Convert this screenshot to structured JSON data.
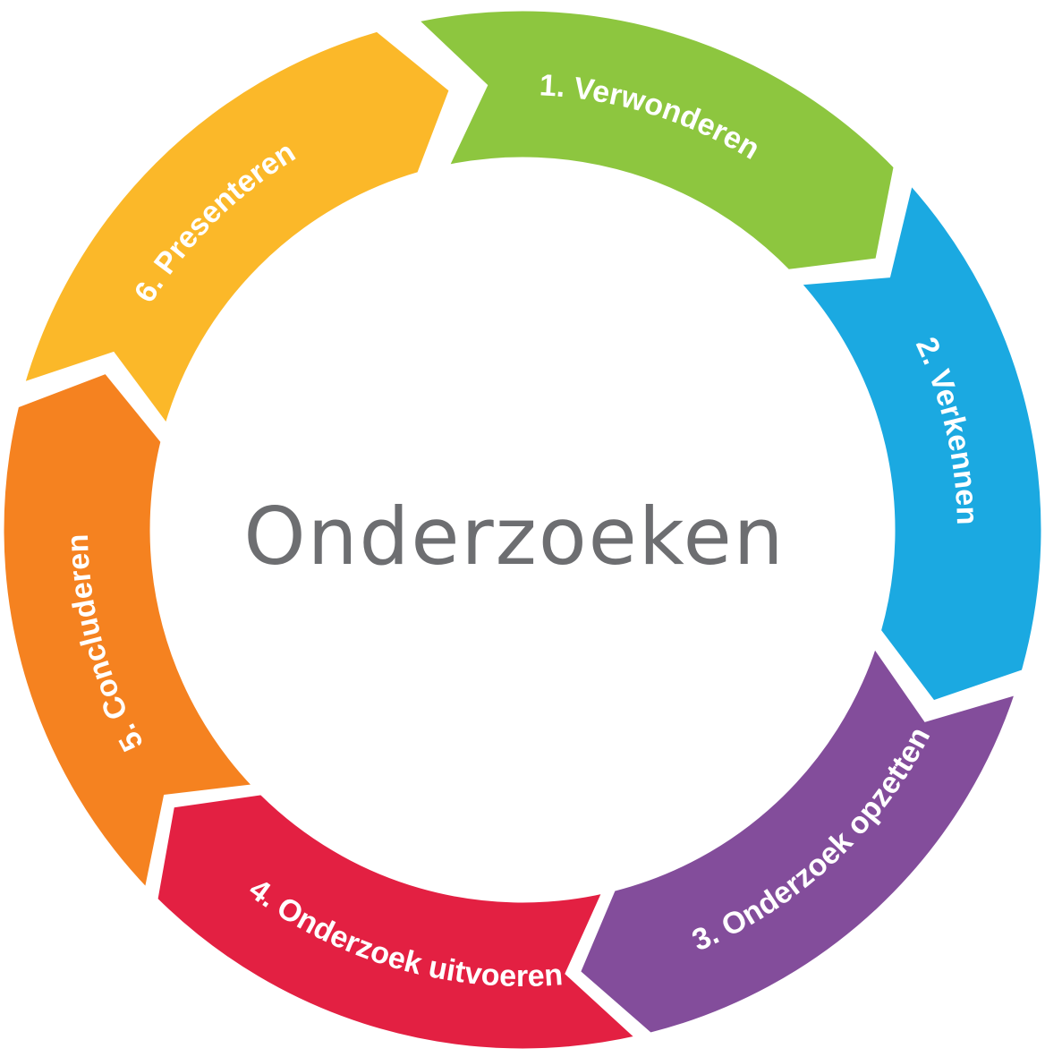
{
  "title": "Onderzoeken",
  "steps": [
    {
      "label": "1. Verwonderen",
      "color": "#8dc63f"
    },
    {
      "label": "2. Verkennen",
      "color": "#1ba9e1"
    },
    {
      "label": "3. Onderzoek opzetten",
      "color": "#834d9b"
    },
    {
      "label": "4. Onderzoek uitvoeren",
      "color": "#e32042"
    },
    {
      "label": "5. Concluderen",
      "color": "#f58220"
    },
    {
      "label": "6. Presenteren",
      "color": "#fbb829"
    }
  ]
}
